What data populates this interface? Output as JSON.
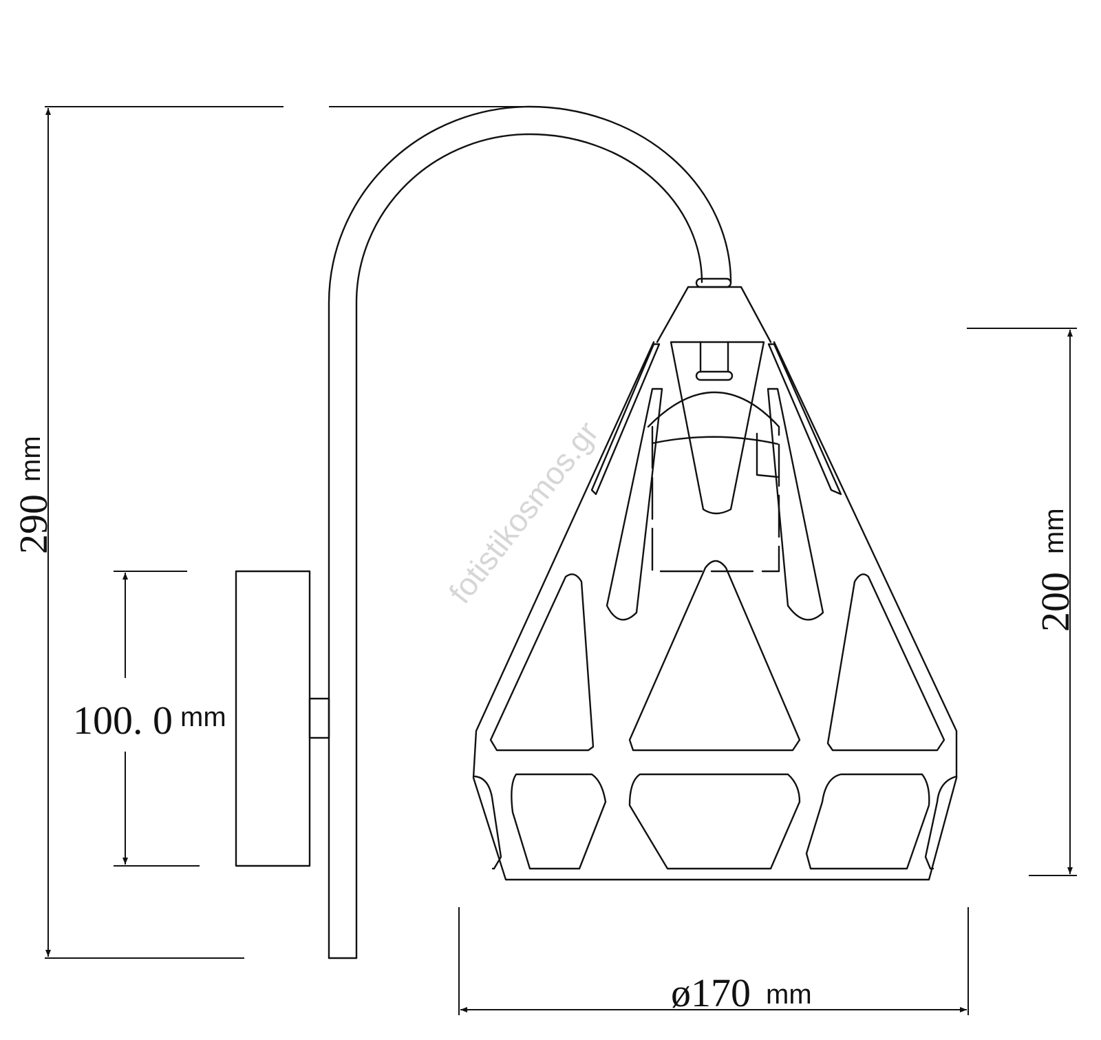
{
  "drawing": {
    "watermark": "fotistikosmos.gr",
    "dimensions": {
      "total_height": {
        "value": "290",
        "unit": "mm"
      },
      "backplate_height": {
        "value": "100. 0",
        "unit": "mm"
      },
      "shade_height": {
        "value": "200",
        "unit": "mm"
      },
      "shade_diameter": {
        "value": "ø170",
        "unit": "mm"
      }
    },
    "line_color": "#111111"
  }
}
